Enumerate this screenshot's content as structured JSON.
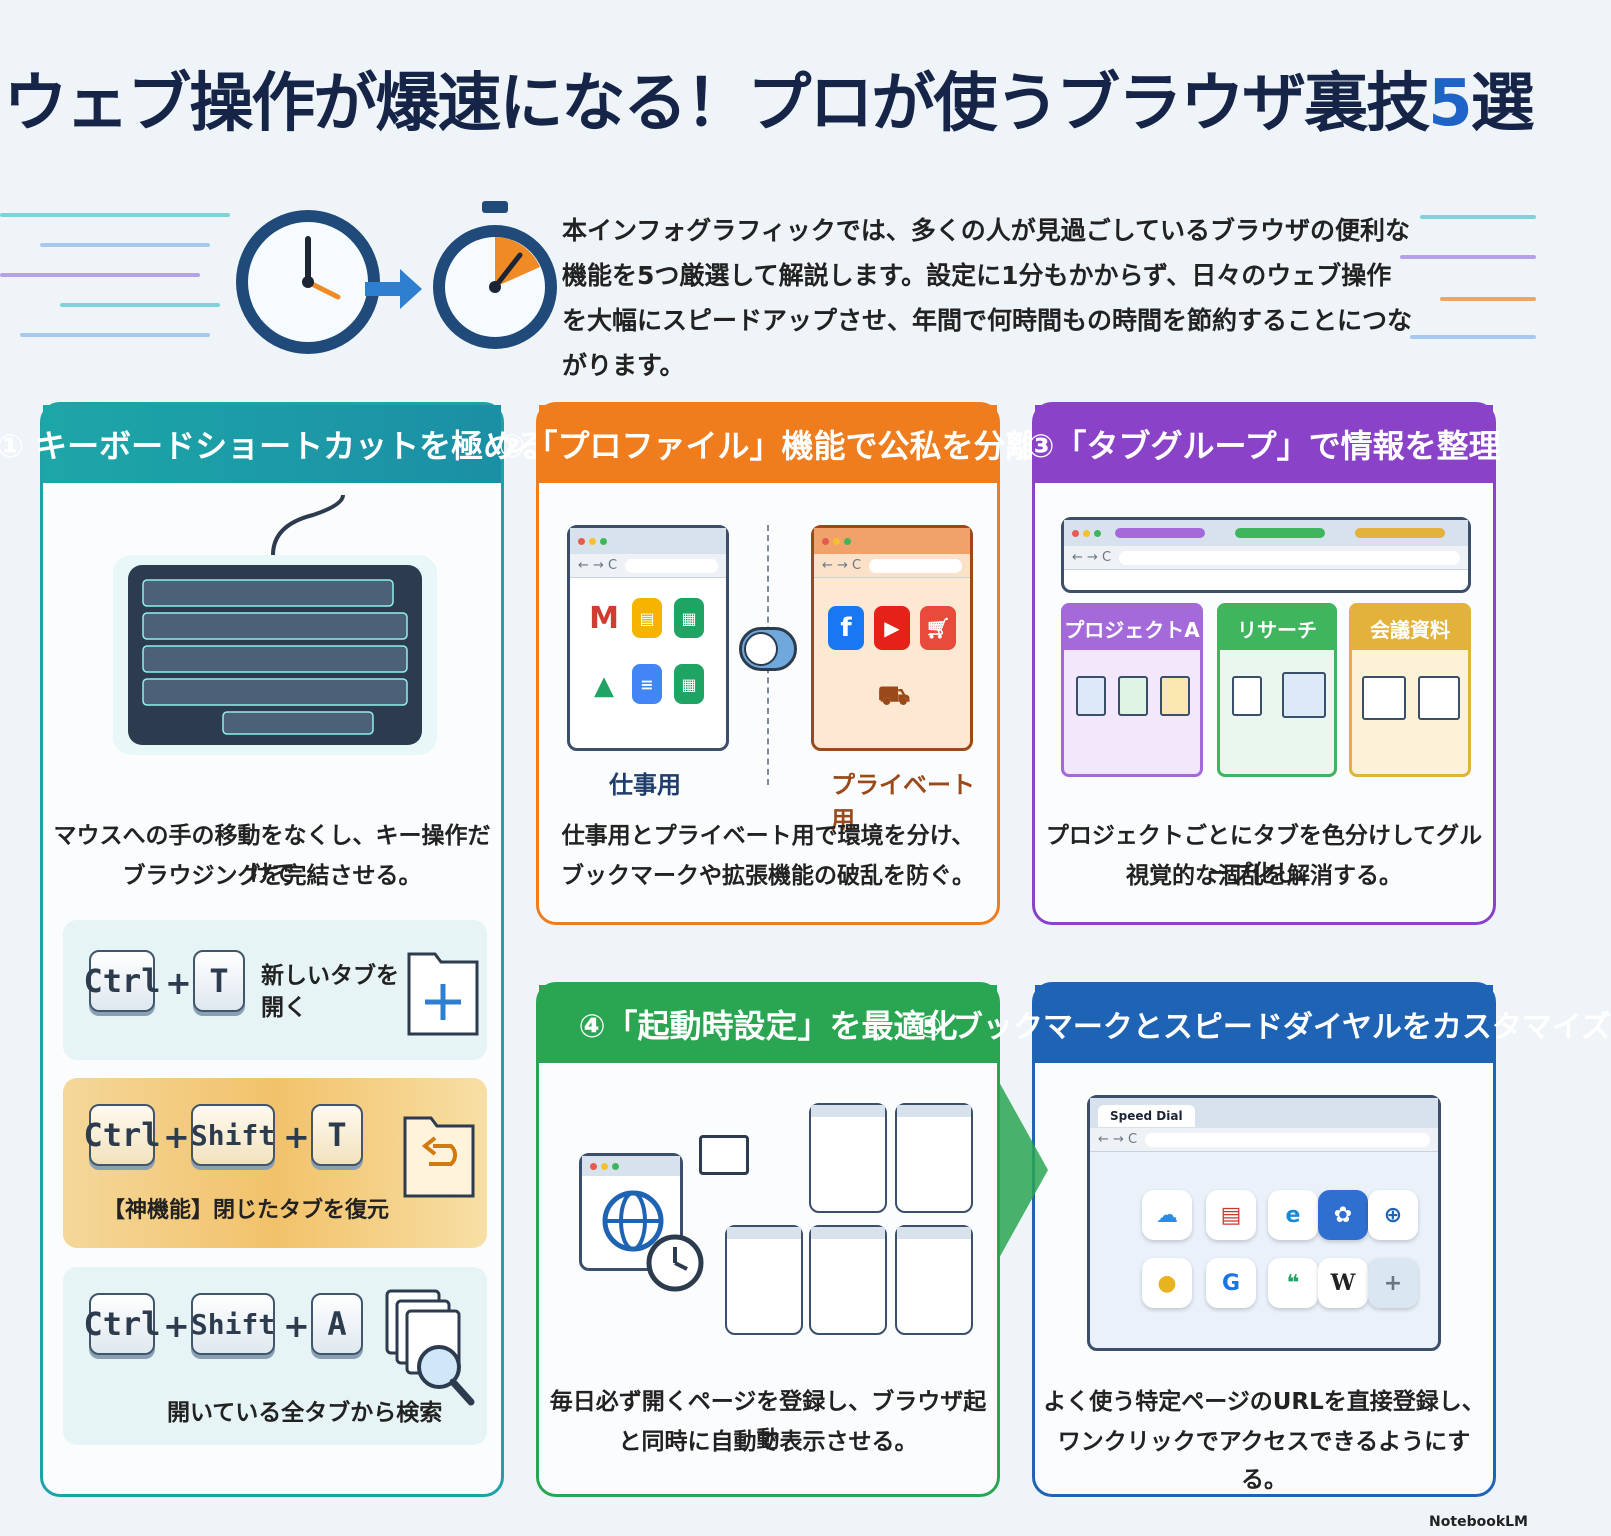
{
  "title": {
    "main": "ウェブ操作が爆速になる！プロが使うブラウザ裏技",
    "number": "5",
    "suffix": "選"
  },
  "intro": "本インフォグラフィックでは、多くの人が見過ごしているブラウザの便利な機能を5つ厳選して解説します。設定に1分もかからず、日々のウェブ操作を大幅にスピードアップさせ、年間で何時間もの時間を節約することにつながります。",
  "sections": {
    "s1": {
      "title": "① キーボードショートカットを極める",
      "desc1": "マウスへの手の移動をなくし、キー操作だけで",
      "desc2": "ブラウジングを完結させる。",
      "shortcuts": [
        {
          "keys": [
            "Ctrl",
            "T"
          ],
          "label1": "新しいタブを",
          "label2": "開く"
        },
        {
          "keys": [
            "Ctrl",
            "Shift",
            "T"
          ],
          "label": "【神機能】閉じたタブを復元"
        },
        {
          "keys": [
            "Ctrl",
            "Shift",
            "A"
          ],
          "label": "開いている全タブから検索"
        }
      ],
      "plus": "+"
    },
    "s2": {
      "title": "②「プロファイル」機能で公私を分離",
      "work": "仕事用",
      "private": "プライベート用",
      "desc1": "仕事用とプライベート用で環境を分け、",
      "desc2": "ブックマークや拡張機能の破乱を防ぐ。"
    },
    "s3": {
      "title": "③「タブグループ」で情報を整理",
      "groups": [
        "プロジェクトA",
        "リサーチ",
        "会議資料"
      ],
      "desc1": "プロジェクトごとにタブを色分けしてグループ化し、",
      "desc2": "視覚的な涸乱を解消する。"
    },
    "s4": {
      "title": "④「起動時設定」を最適化",
      "desc1": "毎日必ず開くページを登録し、ブラウザ起動",
      "desc2": "と同時に自動で表示させる。"
    },
    "s5": {
      "title": "⑤ ブックマークとスピードダイヤルをカスタマイズ",
      "tab": "Speed Dial",
      "desc1": "よく使う特定ページのURLを直接登録し、",
      "desc2": "ワンクリックでアクセスできるようにする。",
      "tiles": [
        "☁",
        "▤",
        "e",
        "✿",
        "⊕",
        "●",
        "G",
        "❝",
        "W",
        "+"
      ]
    }
  },
  "colors": {
    "teal": "#1fa1a5",
    "orange": "#ef7d1e",
    "purple": "#8a43c8",
    "green": "#2aa652",
    "blue": "#1f63b4",
    "navy": "#152447"
  },
  "brand": "NotebookLM"
}
